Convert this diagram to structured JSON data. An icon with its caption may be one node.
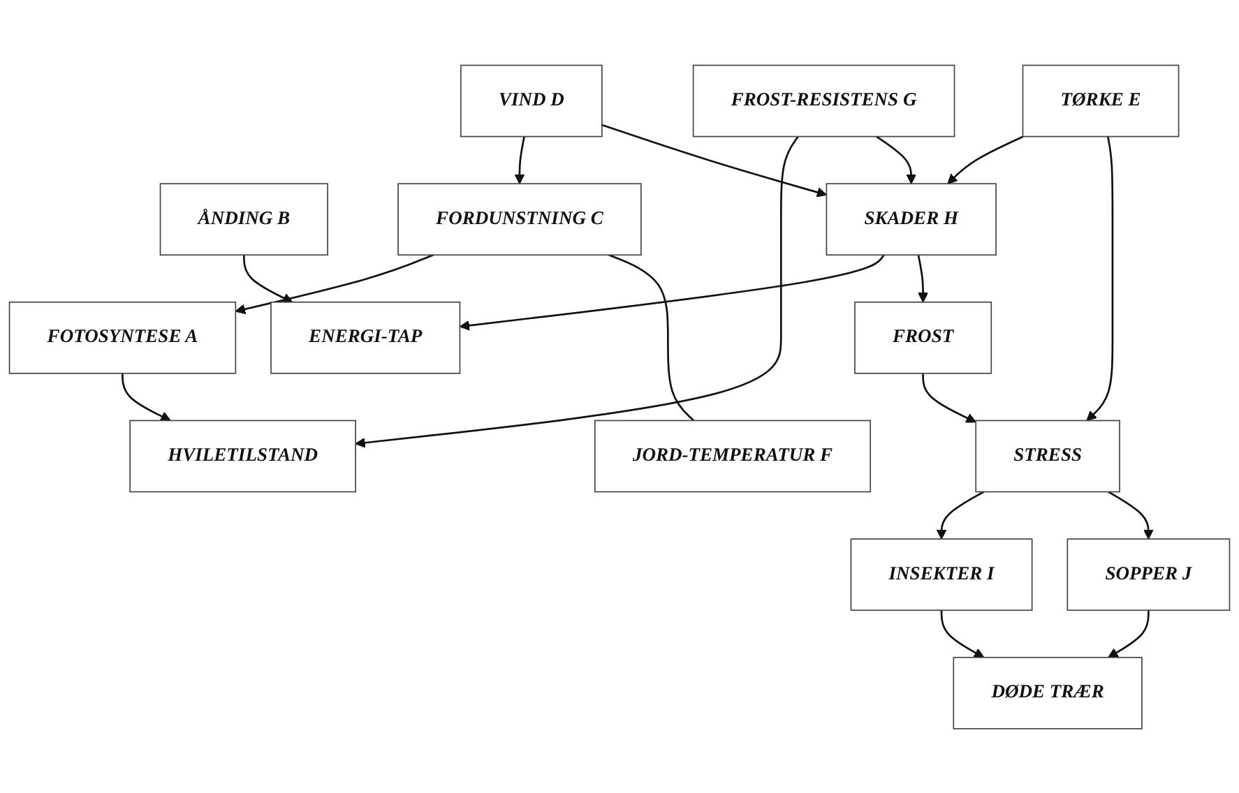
{
  "diagram": {
    "nodes": [
      {
        "text": [
          "FOTOSYNTESE A"
        ]
      },
      {
        "text": [
          "ÅNDING B"
        ]
      },
      {
        "text": [
          "ENERGI-TAP"
        ]
      },
      {
        "text": [
          "FORDUNSTNING C"
        ]
      },
      {
        "text": [
          "HVILETILSTAND"
        ]
      },
      {
        "text": [
          "JORD-TEMPERATUR F"
        ]
      },
      {
        "text": [
          "VIND D"
        ]
      },
      {
        "text": [
          "FROST-RESISTENS G"
        ]
      },
      {
        "text": [
          "SKADER H"
        ]
      },
      {
        "text": [
          "TØRKE E"
        ]
      },
      {
        "text": [
          "FROST"
        ]
      },
      {
        "text": [
          "STRESS"
        ]
      },
      {
        "text": [
          "INSEKTER I"
        ]
      },
      {
        "text": [
          "SOPPER J"
        ]
      },
      {
        "text": [
          "DØDE TRÆR"
        ]
      }
    ],
    "edges": [
      {
        "from": 3,
        "to": 0,
        "arrow": "to"
      },
      {
        "from": 6,
        "to": 3,
        "arrow": "to"
      },
      {
        "from": 0,
        "to": 4,
        "arrow": "to"
      },
      {
        "from": 1,
        "to": 2,
        "arrow": "to"
      },
      {
        "from": 7,
        "to": 4,
        "arrow": "to"
      },
      {
        "from": 3,
        "to": 5,
        "arrow": "none"
      },
      {
        "from": 8,
        "to": 2,
        "arrow": "to"
      },
      {
        "from": 6,
        "to": 8,
        "arrow": "to"
      },
      {
        "from": 7,
        "to": 8,
        "arrow": "to"
      },
      {
        "from": 9,
        "to": 8,
        "arrow": "to"
      },
      {
        "from": 9,
        "to": 11,
        "arrow": "to"
      },
      {
        "from": 8,
        "to": 10,
        "arrow": "to"
      },
      {
        "from": 10,
        "to": 11,
        "arrow": "to"
      },
      {
        "from": 11,
        "to": 12,
        "arrow": "to"
      },
      {
        "from": 12,
        "to": 14,
        "arrow": "to"
      },
      {
        "from": 11,
        "to": 13,
        "arrow": "to"
      },
      {
        "from": 13,
        "to": 14,
        "arrow": "to"
      }
    ]
  }
}
